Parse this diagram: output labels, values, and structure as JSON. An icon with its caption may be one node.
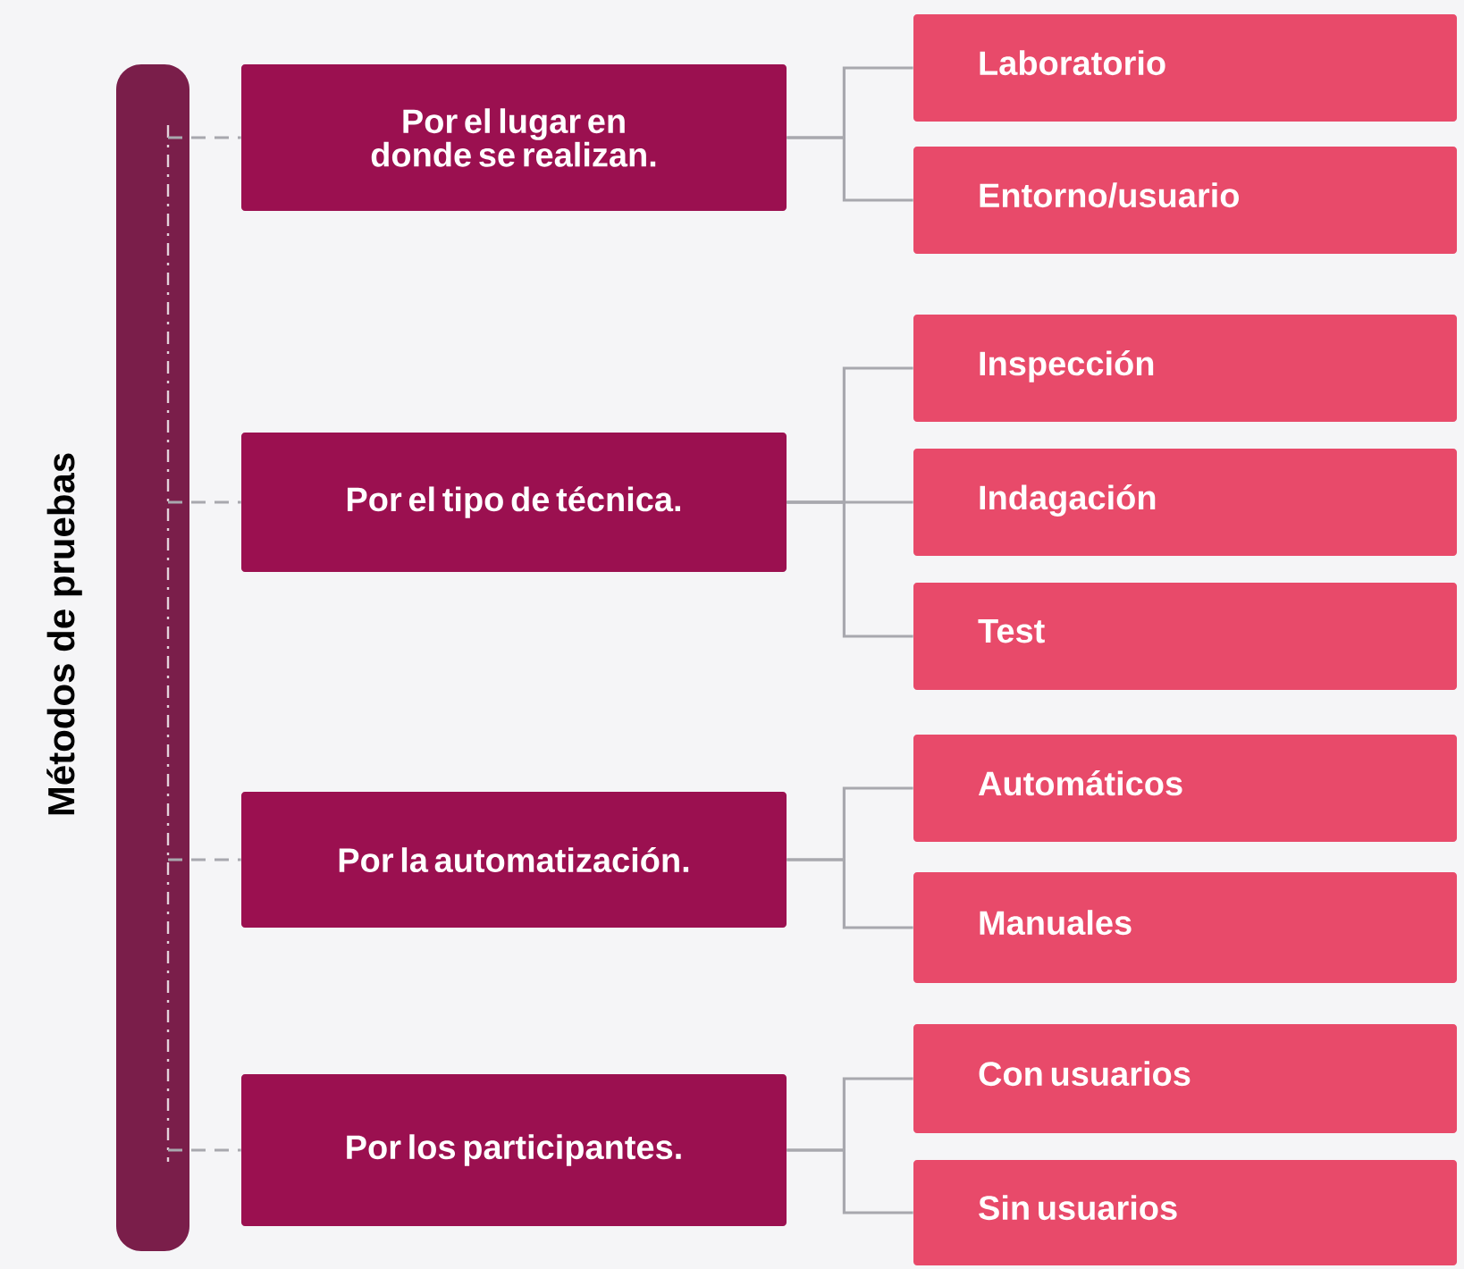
{
  "diagram": {
    "nodes": [
      {
        "text": [
          "Métodos de pruebas"
        ]
      },
      {
        "text": [
          "Por el lugar en donde se realizan."
        ]
      },
      {
        "text": [
          "Laboratorio"
        ]
      },
      {
        "text": [
          "Entorno/usuario"
        ]
      },
      {
        "text": [
          "Por el tipo de técnica."
        ]
      },
      {
        "text": [
          "Inspección"
        ]
      },
      {
        "text": [
          "Indagación"
        ]
      },
      {
        "text": [
          "Test"
        ]
      },
      {
        "text": [
          "Por la automatización."
        ]
      },
      {
        "text": [
          "Automáticos"
        ]
      },
      {
        "text": [
          "Manuales"
        ]
      },
      {
        "text": [
          "Por los participantes."
        ]
      },
      {
        "text": [
          "Con usuarios"
        ]
      },
      {
        "text": [
          "Sin usuarios"
        ]
      }
    ],
    "edges": [
      {
        "from": 0,
        "to": 1,
        "arrow": "none",
        "style": "dashed"
      },
      {
        "from": 0,
        "to": 4,
        "arrow": "none",
        "style": "dashed"
      },
      {
        "from": 0,
        "to": 8,
        "arrow": "none",
        "style": "dashed"
      },
      {
        "from": 0,
        "to": 11,
        "arrow": "none",
        "style": "dashed"
      },
      {
        "from": 1,
        "to": 2,
        "arrow": "none"
      },
      {
        "from": 1,
        "to": 3,
        "arrow": "none"
      },
      {
        "from": 4,
        "to": 5,
        "arrow": "none"
      },
      {
        "from": 4,
        "to": 6,
        "arrow": "none"
      },
      {
        "from": 4,
        "to": 7,
        "arrow": "none"
      },
      {
        "from": 8,
        "to": 9,
        "arrow": "none"
      },
      {
        "from": 8,
        "to": 10,
        "arrow": "none"
      },
      {
        "from": 11,
        "to": 12,
        "arrow": "none"
      },
      {
        "from": 11,
        "to": 13,
        "arrow": "none"
      }
    ]
  }
}
